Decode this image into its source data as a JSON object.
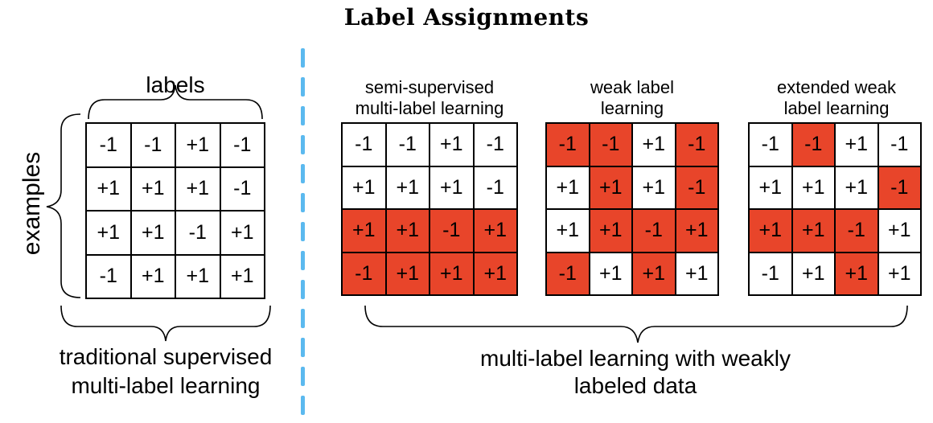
{
  "title": "Label Assignments",
  "left_panel": {
    "top_label": "labels",
    "side_label": "examples",
    "bottom_label_line1": "traditional supervised",
    "bottom_label_line2": "multi-label learning",
    "matrix": [
      [
        {
          "v": "-1",
          "h": false
        },
        {
          "v": "-1",
          "h": false
        },
        {
          "v": "+1",
          "h": false
        },
        {
          "v": "-1",
          "h": false
        }
      ],
      [
        {
          "v": "+1",
          "h": false
        },
        {
          "v": "+1",
          "h": false
        },
        {
          "v": "+1",
          "h": false
        },
        {
          "v": "-1",
          "h": false
        }
      ],
      [
        {
          "v": "+1",
          "h": false
        },
        {
          "v": "+1",
          "h": false
        },
        {
          "v": "-1",
          "h": false
        },
        {
          "v": "+1",
          "h": false
        }
      ],
      [
        {
          "v": "-1",
          "h": false
        },
        {
          "v": "+1",
          "h": false
        },
        {
          "v": "+1",
          "h": false
        },
        {
          "v": "+1",
          "h": false
        }
      ]
    ]
  },
  "right_panels": [
    {
      "line1": "semi-supervised",
      "line2": "multi-label learning",
      "matrix": [
        [
          {
            "v": "-1",
            "h": false
          },
          {
            "v": "-1",
            "h": false
          },
          {
            "v": "+1",
            "h": false
          },
          {
            "v": "-1",
            "h": false
          }
        ],
        [
          {
            "v": "+1",
            "h": false
          },
          {
            "v": "+1",
            "h": false
          },
          {
            "v": "+1",
            "h": false
          },
          {
            "v": "-1",
            "h": false
          }
        ],
        [
          {
            "v": "+1",
            "h": true
          },
          {
            "v": "+1",
            "h": true
          },
          {
            "v": "-1",
            "h": true
          },
          {
            "v": "+1",
            "h": true
          }
        ],
        [
          {
            "v": "-1",
            "h": true
          },
          {
            "v": "+1",
            "h": true
          },
          {
            "v": "+1",
            "h": true
          },
          {
            "v": "+1",
            "h": true
          }
        ]
      ]
    },
    {
      "line1": "weak label",
      "line2": "learning",
      "matrix": [
        [
          {
            "v": "-1",
            "h": true
          },
          {
            "v": "-1",
            "h": true
          },
          {
            "v": "+1",
            "h": false
          },
          {
            "v": "-1",
            "h": true
          }
        ],
        [
          {
            "v": "+1",
            "h": false
          },
          {
            "v": "+1",
            "h": true
          },
          {
            "v": "+1",
            "h": false
          },
          {
            "v": "-1",
            "h": true
          }
        ],
        [
          {
            "v": "+1",
            "h": false
          },
          {
            "v": "+1",
            "h": true
          },
          {
            "v": "-1",
            "h": true
          },
          {
            "v": "+1",
            "h": true
          }
        ],
        [
          {
            "v": "-1",
            "h": true
          },
          {
            "v": "+1",
            "h": false
          },
          {
            "v": "+1",
            "h": true
          },
          {
            "v": "+1",
            "h": false
          }
        ]
      ]
    },
    {
      "line1": "extended weak",
      "line2": "label learning",
      "matrix": [
        [
          {
            "v": "-1",
            "h": false
          },
          {
            "v": "-1",
            "h": true
          },
          {
            "v": "+1",
            "h": false
          },
          {
            "v": "-1",
            "h": false
          }
        ],
        [
          {
            "v": "+1",
            "h": false
          },
          {
            "v": "+1",
            "h": false
          },
          {
            "v": "+1",
            "h": false
          },
          {
            "v": "-1",
            "h": true
          }
        ],
        [
          {
            "v": "+1",
            "h": true
          },
          {
            "v": "+1",
            "h": true
          },
          {
            "v": "-1",
            "h": true
          },
          {
            "v": "+1",
            "h": false
          }
        ],
        [
          {
            "v": "-1",
            "h": false
          },
          {
            "v": "+1",
            "h": false
          },
          {
            "v": "+1",
            "h": true
          },
          {
            "v": "+1",
            "h": false
          }
        ]
      ]
    }
  ],
  "right_bottom_line1": "multi-label learning with weakly",
  "right_bottom_line2": "labeled data",
  "colors": {
    "highlight": "#e8452a",
    "divider": "#5bb9ef"
  }
}
